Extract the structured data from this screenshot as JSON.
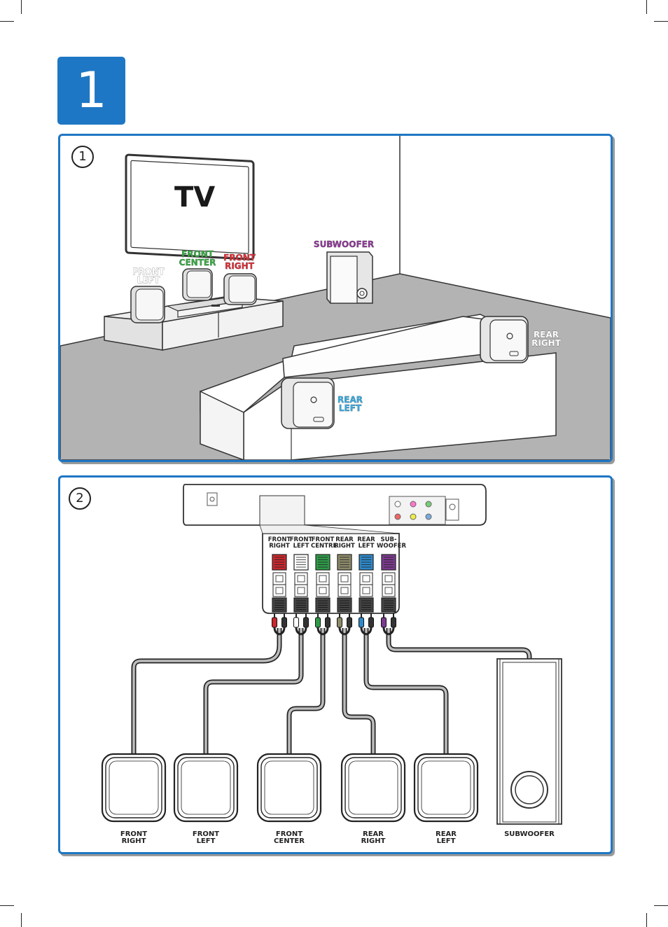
{
  "step_number": "1",
  "panel1": {
    "number": "1",
    "tv_label": "TV",
    "labels": {
      "front_left": "FRONT\nLEFT",
      "front_center": "FRONT\nCENTER",
      "front_right": "FRONT\nRIGHT",
      "subwoofer": "SUBWOOFER",
      "rear_left": "REAR\nLEFT",
      "rear_right": "REAR\nRIGHT"
    },
    "label_colors": {
      "front_left": "#ffffff",
      "front_center": "#3aa845",
      "front_right": "#d8323a",
      "subwoofer": "#8e3c96",
      "rear_left": "#38a8dc",
      "rear_right": "#ffffff"
    }
  },
  "panel2": {
    "number": "2",
    "jacks": [
      {
        "label": "FRONT\nRIGHT",
        "color": "#c8282e"
      },
      {
        "label": "FRONT\nLEFT",
        "color": "#ffffff"
      },
      {
        "label": "FRONT\nCENTRE",
        "color": "#2e9a48"
      },
      {
        "label": "REAR\nRIGHT",
        "color": "#8c8a6a"
      },
      {
        "label": "REAR\nLEFT",
        "color": "#2f88c8"
      },
      {
        "label": "SUB-\nWOOFER",
        "color": "#7b3a8e"
      }
    ],
    "speakers": [
      {
        "label": "FRONT\nRIGHT"
      },
      {
        "label": "FRONT\nLEFT"
      },
      {
        "label": "FRONT\nCENTER"
      },
      {
        "label": "REAR\nRIGHT"
      },
      {
        "label": "REAR\nLEFT"
      },
      {
        "label": "SUBWOOFER"
      }
    ]
  },
  "accent_color": "#1e77c4"
}
